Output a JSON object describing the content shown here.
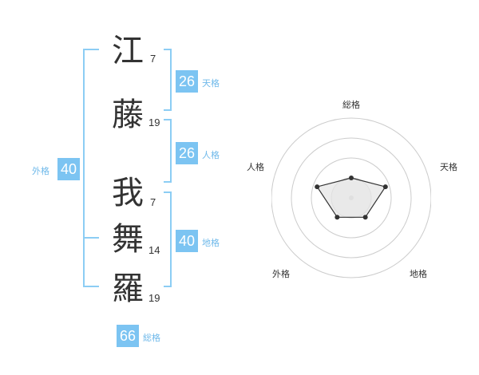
{
  "name_chars": [
    {
      "char": "江",
      "strokes": "7"
    },
    {
      "char": "藤",
      "strokes": "19"
    },
    {
      "char": "我",
      "strokes": "7"
    },
    {
      "char": "舞",
      "strokes": "14"
    },
    {
      "char": "羅",
      "strokes": "19"
    }
  ],
  "fortunes": {
    "tenkaku": {
      "value": "26",
      "label": "天格"
    },
    "jinkaku": {
      "value": "26",
      "label": "人格"
    },
    "chikaku": {
      "value": "40",
      "label": "地格"
    },
    "gaikaku": {
      "value": "40",
      "label": "外格"
    },
    "soukaku": {
      "value": "66",
      "label": "総格"
    }
  },
  "radar": {
    "axes": [
      "総格",
      "天格",
      "地格",
      "外格",
      "人格"
    ],
    "levels": [
      0.25,
      0.45,
      0.3,
      0.3,
      0.45
    ],
    "colors": {
      "fill": "#e6e6e6",
      "stroke": "#333333",
      "ring": "#cccccc"
    }
  },
  "colors": {
    "accent": "#7cc4f2",
    "bracket": "#8ccdf4",
    "accent_text": "#6fb9ea"
  }
}
